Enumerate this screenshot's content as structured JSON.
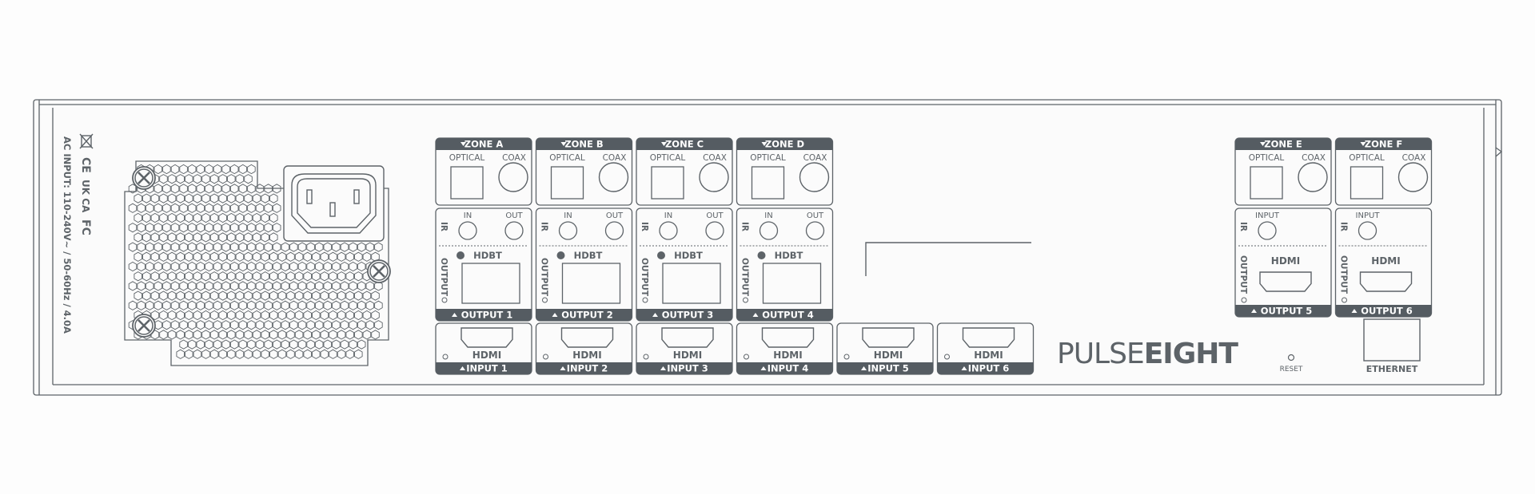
{
  "colors": {
    "stroke": "#5d6368",
    "fill_dark": "#555c62",
    "face": "#fbfbfb",
    "bg": "#fdfdfd"
  },
  "power": {
    "ac_input_label": "AC INPUT: 110-240V~ / 50-60Hz / 4.0A",
    "certifications": [
      "CE",
      "UK CA",
      "FC"
    ],
    "weee_icon": "crossed-out-bin-icon",
    "inlet_icon": "iec-c14-inlet-icon"
  },
  "zones_hdbt": [
    {
      "zone": "ZONE A",
      "optical": "OPTICAL",
      "coax": "COAX",
      "ir": "IR",
      "in": "IN",
      "out": "OUT",
      "output_side": "OUTPUT",
      "logo": "HDBT",
      "output": "OUTPUT 1",
      "hdmi_logo": "HDMI",
      "input": "INPUT 1"
    },
    {
      "zone": "ZONE B",
      "optical": "OPTICAL",
      "coax": "COAX",
      "ir": "IR",
      "in": "IN",
      "out": "OUT",
      "output_side": "OUTPUT",
      "logo": "HDBT",
      "output": "OUTPUT 2",
      "hdmi_logo": "HDMI",
      "input": "INPUT 2"
    },
    {
      "zone": "ZONE C",
      "optical": "OPTICAL",
      "coax": "COAX",
      "ir": "IR",
      "in": "IN",
      "out": "OUT",
      "output_side": "OUTPUT",
      "logo": "HDBT",
      "output": "OUTPUT 3",
      "hdmi_logo": "HDMI",
      "input": "INPUT 3"
    },
    {
      "zone": "ZONE D",
      "optical": "OPTICAL",
      "coax": "COAX",
      "ir": "IR",
      "in": "IN",
      "out": "OUT",
      "output_side": "OUTPUT",
      "logo": "HDBT",
      "output": "OUTPUT 4",
      "hdmi_logo": "HDMI",
      "input": "INPUT 4"
    }
  ],
  "extra_inputs": [
    {
      "hdmi_logo": "HDMI",
      "input": "INPUT 5"
    },
    {
      "hdmi_logo": "HDMI",
      "input": "INPUT 6"
    }
  ],
  "zones_hdmi": [
    {
      "zone": "ZONE E",
      "optical": "OPTICAL",
      "coax": "COAX",
      "ir": "IR",
      "input": "INPUT",
      "output_side": "OUTPUT",
      "hdmi_logo": "HDMI",
      "output": "OUTPUT 5"
    },
    {
      "zone": "ZONE F",
      "optical": "OPTICAL",
      "coax": "COAX",
      "ir": "IR",
      "input": "INPUT",
      "output_side": "OUTPUT",
      "hdmi_logo": "HDMI",
      "output": "OUTPUT 6"
    }
  ],
  "brand": {
    "thin": "PULSE",
    "bold": "EIGHT"
  },
  "reset_label": "RESET",
  "ethernet_label": "ETHERNET"
}
